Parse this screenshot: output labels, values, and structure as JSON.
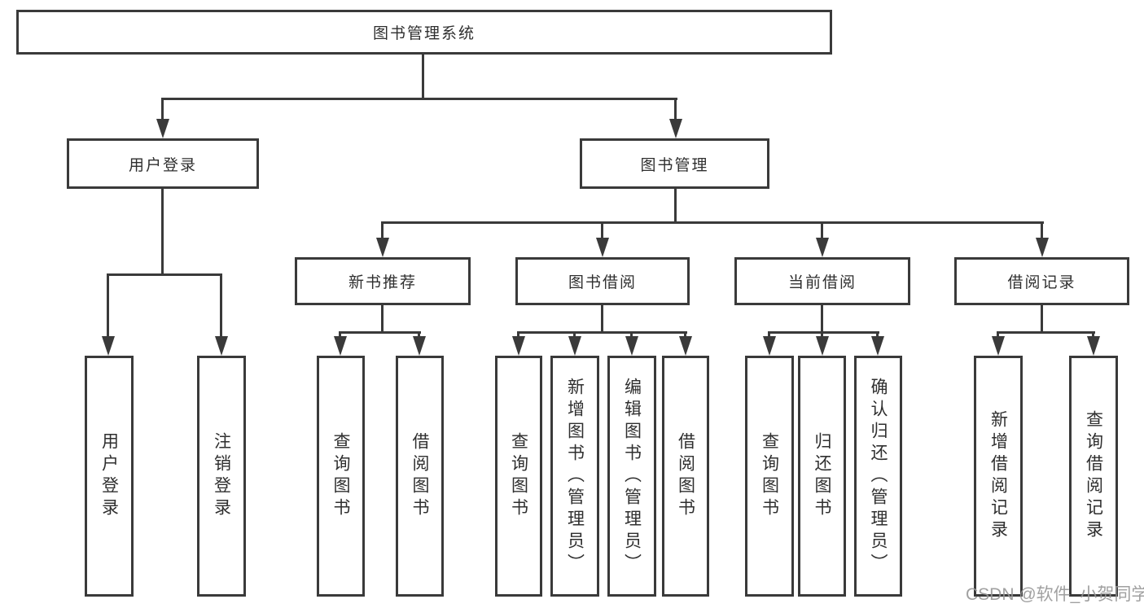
{
  "meta": {
    "background_color": "#ffffff",
    "line_color": "#3a3a3a",
    "text_color": "#2f2f2f",
    "watermark_color": "#969696"
  },
  "tree": {
    "root": "图书管理系统",
    "level2": {
      "user_login": "用户登录",
      "book_management": "图书管理"
    },
    "level3": {
      "new_book_recommend": "新书推荐",
      "book_borrowing": "图书借阅",
      "current_borrowing": "当前借阅",
      "borrowing_records": "借阅记录"
    },
    "leaves": {
      "user_login": [
        "用户登录",
        "注销登录"
      ],
      "new_book_recommend": [
        "查询图书",
        "借阅图书"
      ],
      "book_borrowing": [
        "查询图书",
        "新增图书（管理员）",
        "编辑图书（管理员）",
        "借阅图书"
      ],
      "current_borrowing": [
        "查询图书",
        "归还图书",
        "确认归还（管理员）"
      ],
      "borrowing_records": [
        "新增借阅记录",
        "查询借阅记录"
      ]
    }
  },
  "watermark": "CSDN @软件_小贺同学"
}
